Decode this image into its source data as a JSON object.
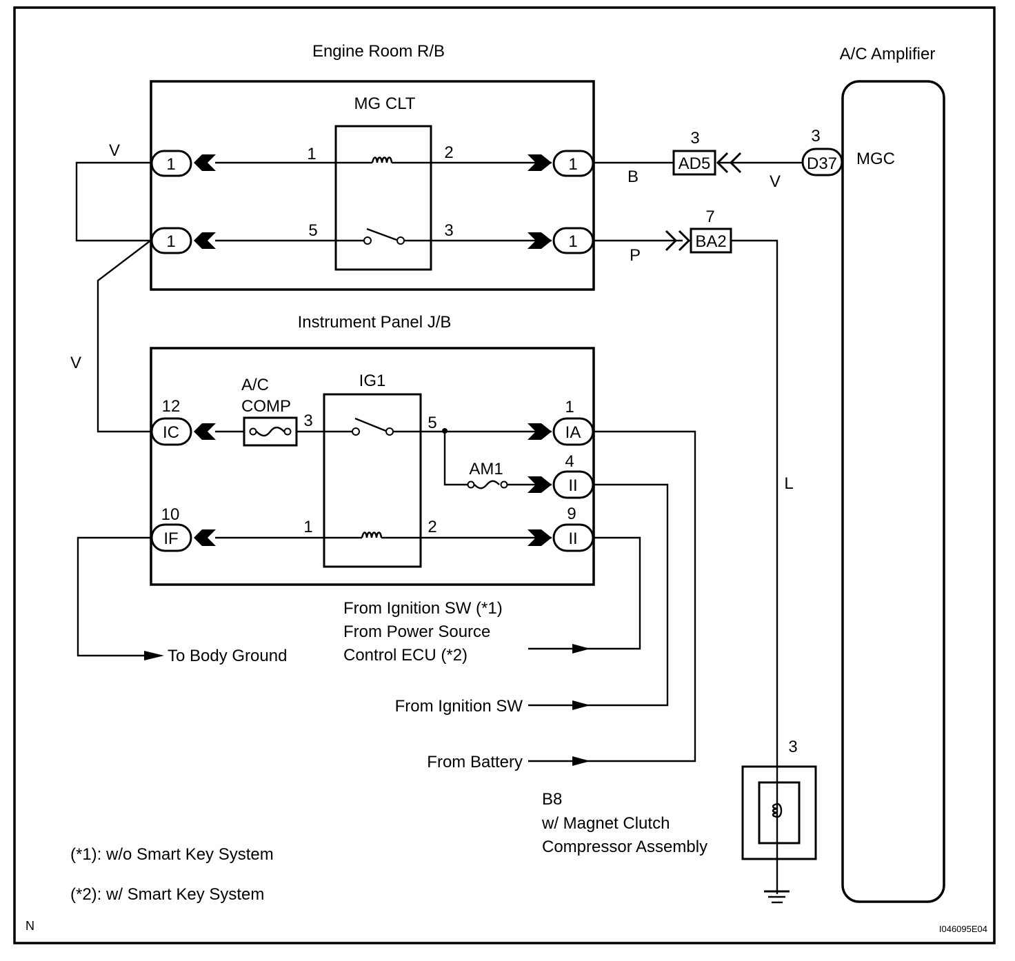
{
  "diagram": {
    "id_code": "I046095E04",
    "corner_mark": "N",
    "colors": {
      "line": "#000000",
      "background": "#ffffff"
    },
    "blocks": {
      "engine_room_rb": {
        "title": "Engine Room R/B"
      },
      "instrument_panel_jb": {
        "title": "Instrument Panel J/B"
      },
      "ac_amplifier": {
        "title": "A/C Amplifier",
        "terminal": "MGC"
      }
    },
    "relays": {
      "mg_clt": {
        "name": "MG CLT",
        "pins": {
          "coil_in": "1",
          "coil_out": "2",
          "sw_in": "5",
          "sw_out": "3"
        }
      },
      "ig1": {
        "name": "IG1",
        "pins": {
          "sw_in": "3",
          "sw_out": "5",
          "coil_in": "1",
          "coil_out": "2"
        }
      }
    },
    "fuses": {
      "ac_comp": {
        "line1": "A/C",
        "line2": "COMP"
      },
      "am1": {
        "name": "AM1"
      }
    },
    "connectors": {
      "er_left_top": {
        "label": "1"
      },
      "er_left_bottom": {
        "label": "1"
      },
      "er_right_top": {
        "label": "1"
      },
      "er_right_bottom": {
        "label": "1"
      },
      "ad5": {
        "label": "AD5",
        "pin": "3"
      },
      "d37": {
        "label": "D37",
        "pin": "3"
      },
      "ba2": {
        "label": "BA2",
        "pin": "7"
      },
      "ic": {
        "label": "IC",
        "pin": "12"
      },
      "if": {
        "label": "IF",
        "pin": "10"
      },
      "ia": {
        "label": "IA",
        "pin": "1"
      },
      "ii_4": {
        "label": "II",
        "pin": "4"
      },
      "ii_9": {
        "label": "II",
        "pin": "9"
      },
      "b8": {
        "pin": "3"
      }
    },
    "wire_colors": {
      "top_left": "V",
      "left_vertical": "V",
      "to_ad5": "B",
      "ad5_to_d37": "V",
      "to_ba2": "P",
      "ba2_to_b8": "L"
    },
    "sources": {
      "ignition_or_psecu": [
        "From Ignition SW (*1)",
        "From Power Source",
        "Control ECU (*2)"
      ],
      "ignition_sw": "From Ignition SW",
      "battery": "From Battery",
      "body_ground": "To Body Ground"
    },
    "component_b8": {
      "code": "B8",
      "line1": "w/ Magnet Clutch",
      "line2": "Compressor Assembly"
    },
    "notes": [
      "(*1): w/o Smart Key System",
      "(*2): w/ Smart Key System"
    ]
  }
}
